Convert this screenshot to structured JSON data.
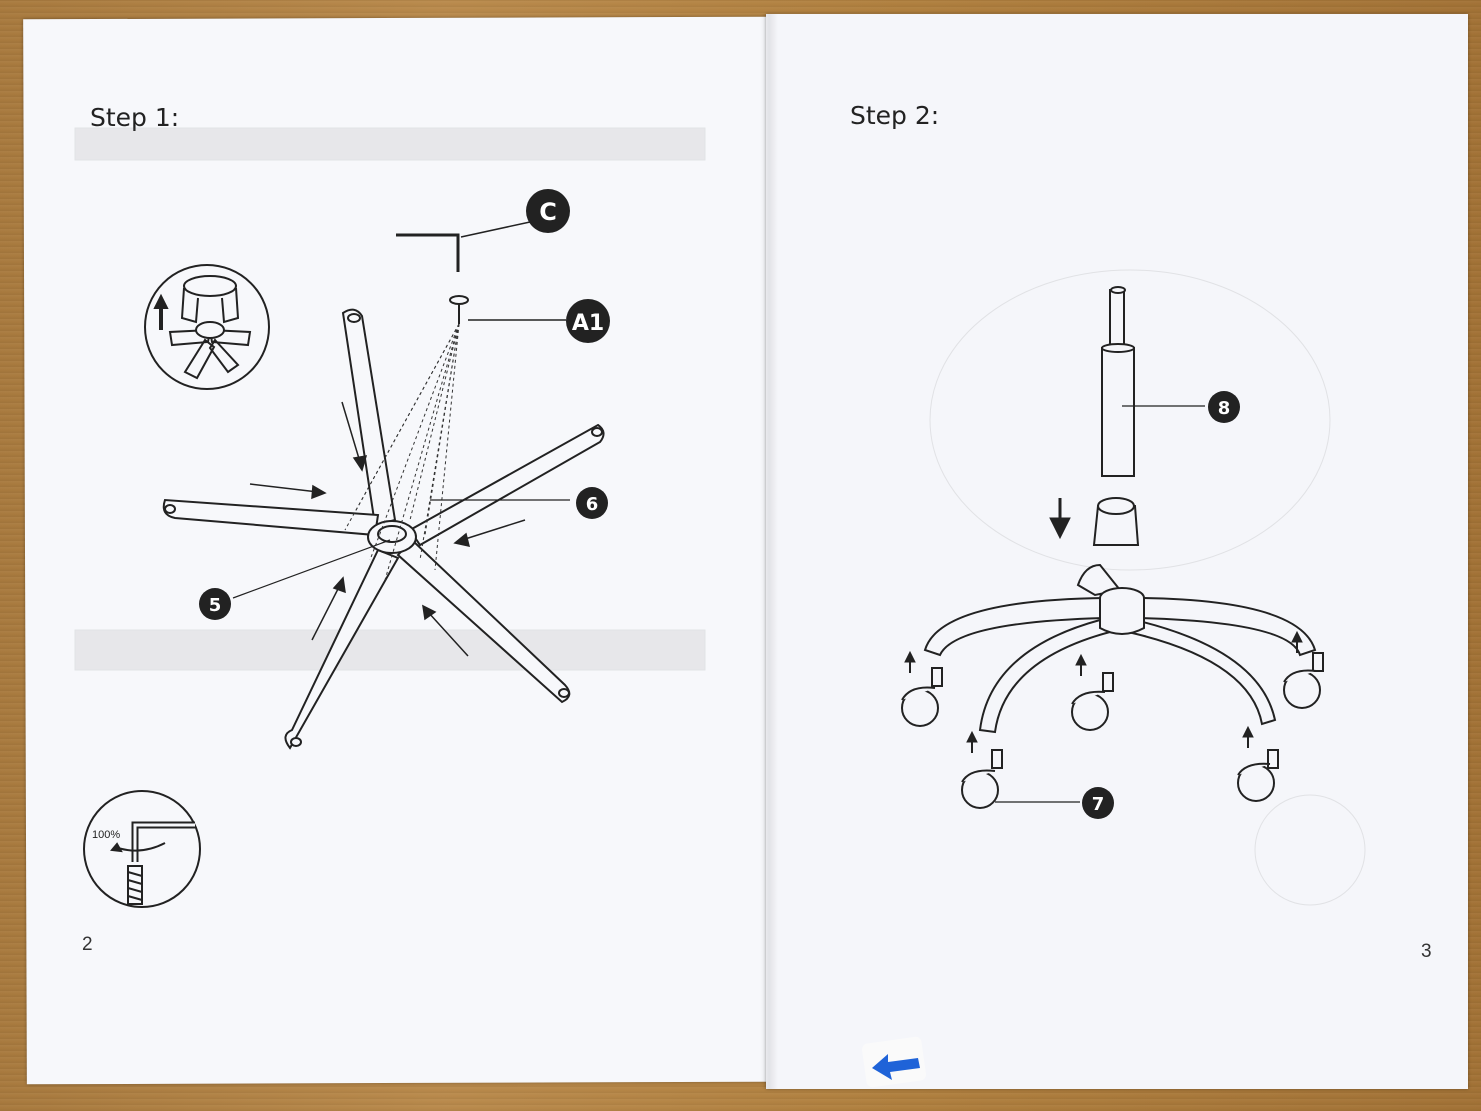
{
  "pages": {
    "left": {
      "step_title": "Step 1:",
      "page_number": "2",
      "callouts": {
        "c": "C",
        "a1": "A1",
        "p6": "6",
        "p5": "5"
      },
      "torque_label": "100%"
    },
    "right": {
      "step_title": "Step 2:",
      "page_number": "3",
      "callouts": {
        "p8": "8",
        "p7": "7"
      }
    }
  },
  "colors": {
    "paper": "#f7f8fb",
    "ink": "#222222",
    "sticker_arrow": "#1f63d8"
  },
  "icons": [
    "arrow-left-icon",
    "allen-key-icon",
    "bolt-icon"
  ]
}
